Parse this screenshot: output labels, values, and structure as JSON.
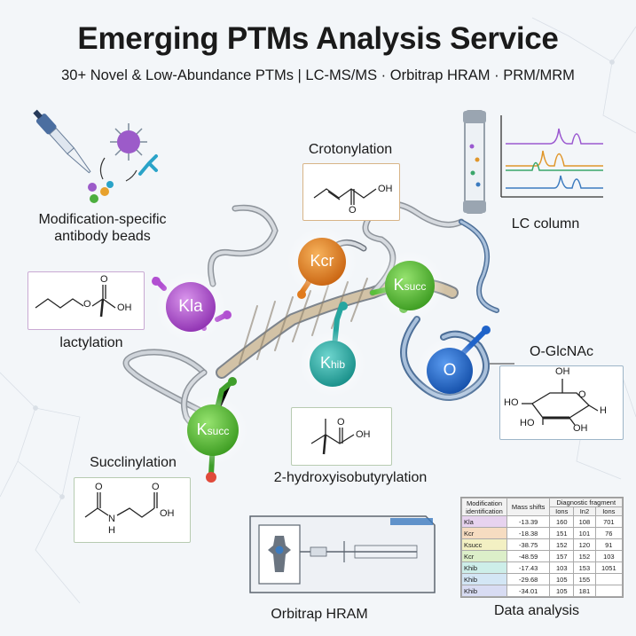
{
  "header": {
    "title": "Emerging PTMs Analysis Service",
    "subtitle": "30+ Novel & Low-Abundance PTMs | LC-MS/MS · Orbitrap HRAM · PRM/MRM"
  },
  "panels": {
    "antibody_label": "Modification-specific antibody beads",
    "lc_label": "LC column",
    "orbitrap_label": "Orbitrap HRAM",
    "data_label": "Data analysis"
  },
  "modifications": {
    "crotonylation": {
      "name": "Crotonylation",
      "node": "Kcr",
      "color": "#e07a1c"
    },
    "lactylation": {
      "name": "lactylation",
      "node": "Kla",
      "color": "#b14fd1"
    },
    "succinylation_right": {
      "node_main": "K",
      "node_sub": "succ",
      "color": "#5bbf3a"
    },
    "hib": {
      "name": "2-hydroxyisobutyrylation",
      "node_main": "K",
      "node_sub": "hib",
      "color": "#27a6a0"
    },
    "glcnac": {
      "name": "O-GlcNAc",
      "node": "O",
      "color": "#1f63c9"
    },
    "succinylation_left": {
      "name": "Succlinylation",
      "node_main": "K",
      "node_sub": "succ",
      "color": "#3f9e2b"
    }
  },
  "structures": {
    "oh": "OH",
    "o": "O",
    "h": "H",
    "ho": "HO",
    "n": "N",
    "hn": "H"
  },
  "table": {
    "headers": {
      "modification": "Modification identification",
      "mass": "Mass shifts",
      "diag": "Diagnostic fragment",
      "c1": "Ions",
      "c2": "In2",
      "c3": "Ions"
    },
    "rows": [
      {
        "mod": "Kla",
        "shift": "-13.39",
        "a": "160",
        "b": "108",
        "c": "701",
        "color": "#e7d3ef"
      },
      {
        "mod": "Kcr",
        "shift": "-18.38",
        "a": "151",
        "b": "101",
        "c": "76",
        "color": "#f6dcc1"
      },
      {
        "mod": "Ksucc",
        "shift": "-38.75",
        "a": "152",
        "b": "120",
        "c": "91",
        "color": "#f3f0c3"
      },
      {
        "mod": "Kcr",
        "shift": "-48.59",
        "a": "157",
        "b": "152",
        "c": "103",
        "color": "#dcefc9"
      },
      {
        "mod": "Khib",
        "shift": "-17.43",
        "a": "103",
        "b": "153",
        "c": "1051",
        "color": "#cdeee9"
      },
      {
        "mod": "Khib",
        "shift": "-29.68",
        "a": "105",
        "b": "155",
        "c": "",
        "color": "#d3e6f5"
      },
      {
        "mod": "Khib",
        "shift": "-34.01",
        "a": "105",
        "b": "181",
        "c": "",
        "color": "#d8dcf3"
      }
    ]
  },
  "lc_traces": {
    "colors": [
      "#9b59d0",
      "#e0962a",
      "#3aa66a",
      "#3c7bbf"
    ]
  }
}
